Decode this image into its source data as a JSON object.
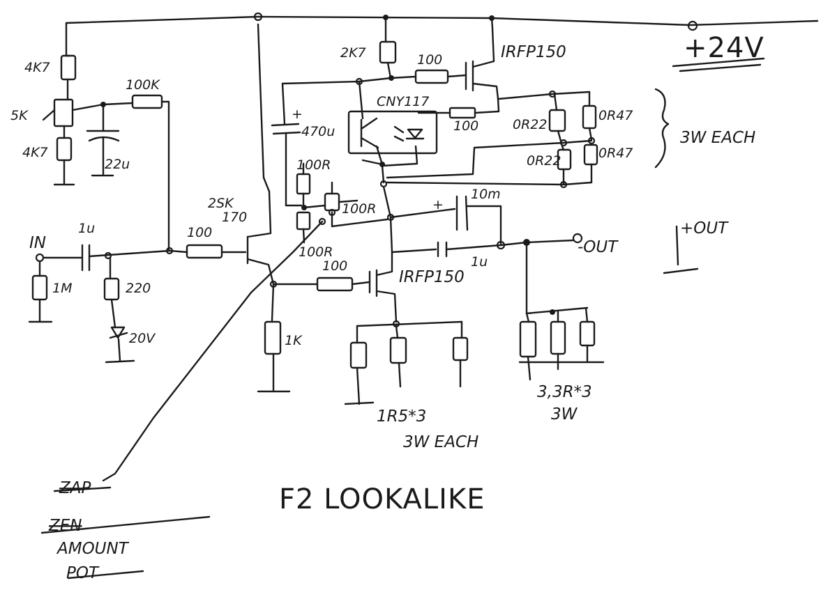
{
  "labels": {
    "supply": "+24V",
    "r_top_left": "4K7",
    "pot_5k": "5K",
    "r_bottom_left": "4K7",
    "r_bias": "100K",
    "cap_22u": "22u",
    "input": "IN",
    "cap_in": "1u",
    "r_in": "1M",
    "r_220": "220",
    "zener": "20V",
    "r_gate_jfet": "100",
    "jfet": "2SK170",
    "r_1k": "1K",
    "r_2k7": "2K7",
    "r_gate_top": "100",
    "mosfet_top": "IRFP150",
    "cap_470u": "470u",
    "opto": "CNY117",
    "r_opto": "100",
    "r_100r_a": "100R",
    "r_100r_b": "100R",
    "r_100r_c": "100R",
    "r_0r22_a": "0R22",
    "r_0r47_a": "0R47",
    "r_0r22_b": "0R22",
    "r_0r47_b": "0R47",
    "note_3w_each": "3W EACH",
    "cap_10m": "10m",
    "cap_out": "1u",
    "out_neg": "-OUT",
    "out_pos": "+OUT",
    "r_gate_bottom": "100",
    "mosfet_bottom": "IRFP150",
    "src_res": "1R5*3",
    "src_res_note": "3W EACH",
    "load_res": "3,3R*3",
    "load_res_note": "3W",
    "pot_old": "ZAP",
    "pot_note_1": "ZEN",
    "pot_note_2": "AMOUNT",
    "pot_note_3": "POT",
    "title": "F2 LOOKALIKE"
  }
}
